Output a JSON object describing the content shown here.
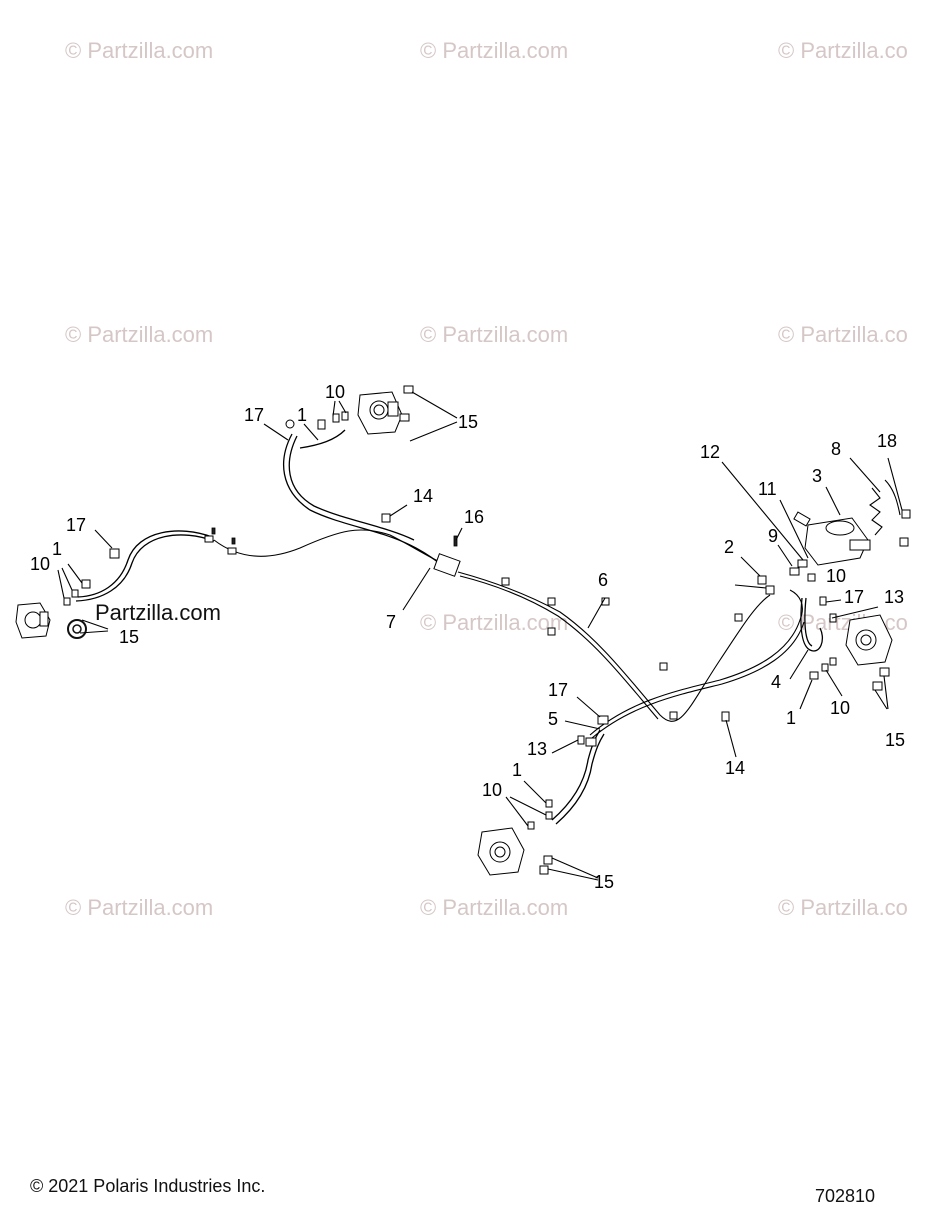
{
  "watermark": "© Partzilla.com",
  "watermark_partial": "© Partzilla.co",
  "overlay_logo": "Partzilla.com",
  "copyright": "© 2021 Polaris Industries Inc.",
  "drawing_number": "702810",
  "callouts": {
    "c1_top": "1",
    "c10_top": "10",
    "c17_top": "17",
    "c15_top": "15",
    "c14_mid": "14",
    "c16": "16",
    "c7": "7",
    "c6": "6",
    "c17_left": "17",
    "c1_left": "1",
    "c10_left": "10",
    "c15_left": "15",
    "c12": "12",
    "c8": "8",
    "c18": "18",
    "c3": "3",
    "c11": "11",
    "c9": "9",
    "c2": "2",
    "c10_right": "10",
    "c17_right": "17",
    "c13_right": "13",
    "c4": "4",
    "c1_right": "1",
    "c10_right_low": "10",
    "c15_right": "15",
    "c17_low": "17",
    "c5": "5",
    "c13_low": "13",
    "c1_low": "1",
    "c10_low": "10",
    "c15_low": "15",
    "c14_low": "14"
  }
}
